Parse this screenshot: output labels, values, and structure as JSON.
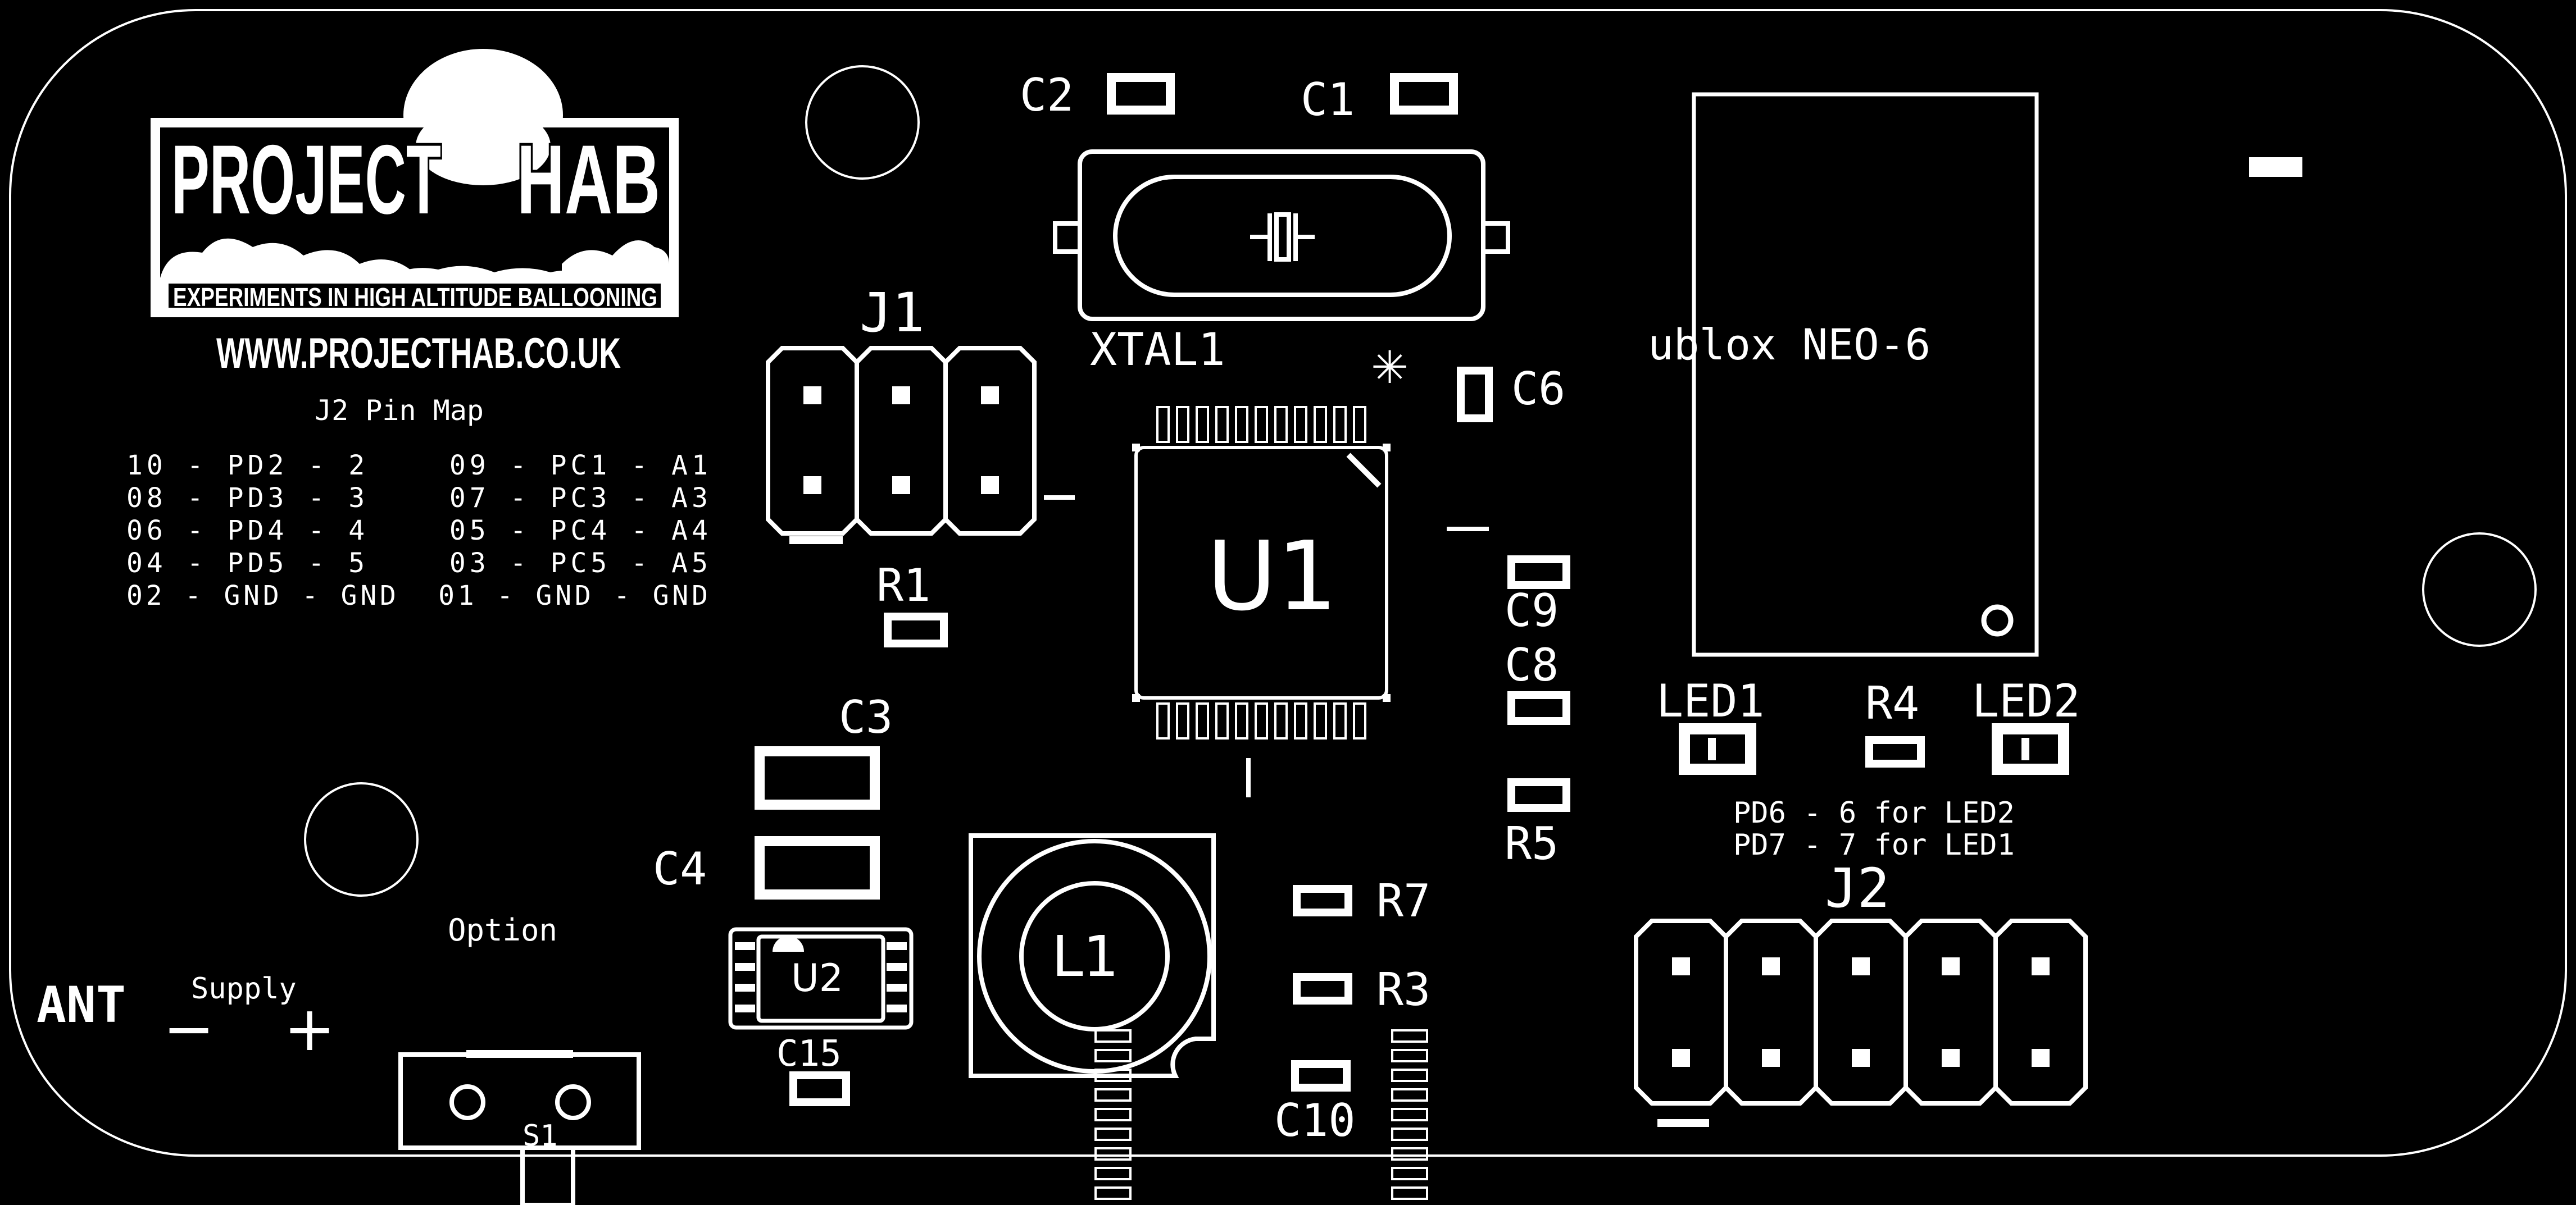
{
  "logo": {
    "title_left": "PROJECT",
    "title_right": "HAB",
    "tagline": "EXPERIMENTS IN HIGH ALTITUDE BALLOONING",
    "website": "WWW.PROJECTHAB.CO.UK"
  },
  "pinmap": {
    "title": "J2 Pin Map",
    "rows": [
      "10 - PD2 - 2    09 - PC1 - A1",
      "08 - PD3 - 3    07 - PC3 - A3",
      "06 - PD4 - 4    05 - PC4 - A4",
      "04 - PD5 - 5    03 - PC5 - A5",
      "02 - GND - GND  01 - GND - GND"
    ]
  },
  "led_note": [
    "PD6 - 6 for LED2",
    "PD7 - 7 for LED1"
  ],
  "labels": {
    "c1": "C1",
    "c2": "C2",
    "c3": "C3",
    "c4": "C4",
    "c6": "C6",
    "c8": "C8",
    "c9": "C9",
    "c10": "C10",
    "c15": "C15",
    "r1": "R1",
    "r3": "R3",
    "r4": "R4",
    "r5": "R5",
    "r7": "R7",
    "j1": "J1",
    "j2": "J2",
    "u1": "U1",
    "u2": "U2",
    "l1": "L1",
    "xtal1": "XTAL1",
    "gps": "ublox NEO-6",
    "led1": "LED1",
    "led2": "LED2",
    "ant": "ANT",
    "supply": "Supply",
    "minus": "−",
    "plus": "+",
    "option": "Option",
    "s1": "S1",
    "star": "✳"
  },
  "colors": {
    "board": "#000000",
    "silkscreen": "#ffffff"
  }
}
